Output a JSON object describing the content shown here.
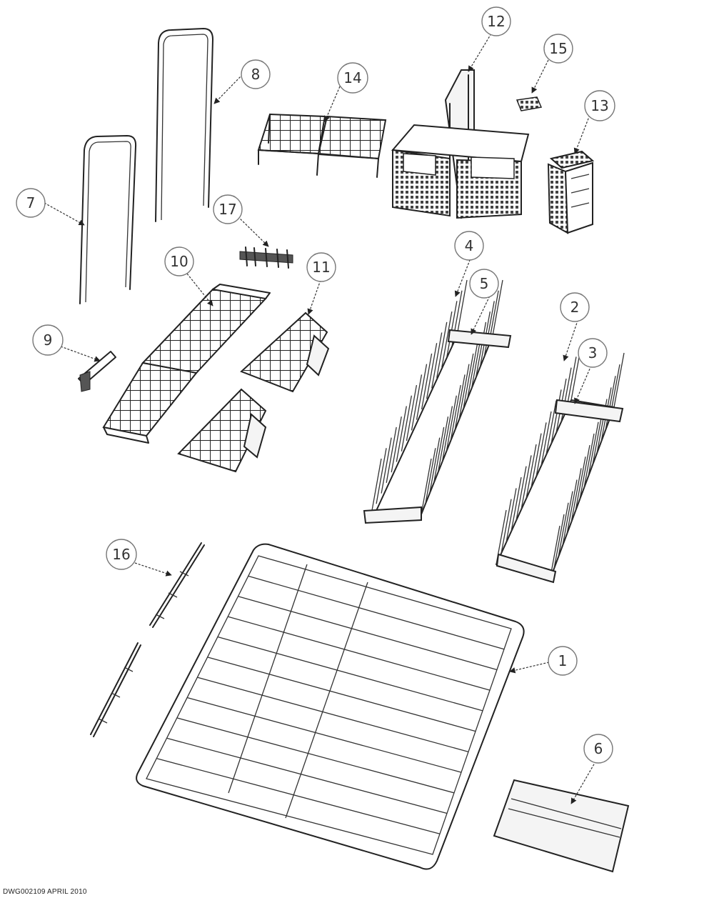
{
  "drawing": {
    "id_label": "DWG002109 APRIL 2010"
  },
  "callouts": [
    "1",
    "2",
    "3",
    "4",
    "5",
    "6",
    "7",
    "8",
    "9",
    "10",
    "11",
    "12",
    "13",
    "14",
    "15",
    "16",
    "17"
  ]
}
